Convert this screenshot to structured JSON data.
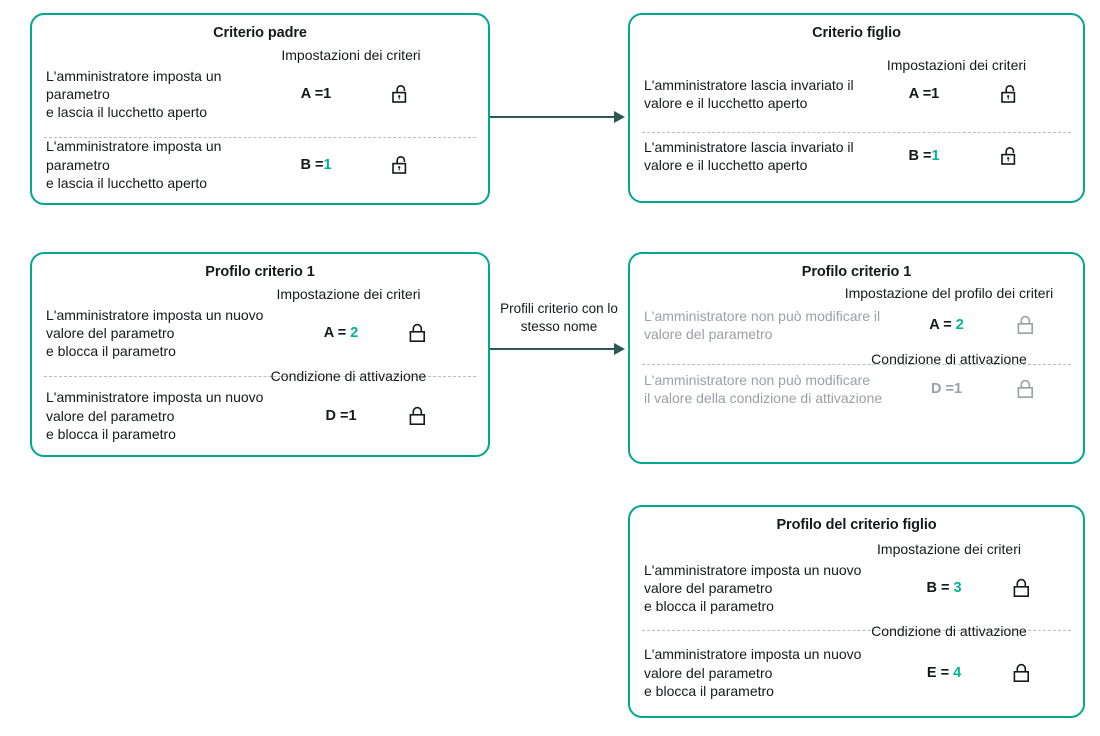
{
  "colors": {
    "card_border": "#00a88e",
    "accent_value": "#00b391",
    "arrow": "#2d5853",
    "text": "#16191c",
    "muted": "#9aa0a6",
    "separator": "#b8bdc2"
  },
  "cards": [
    {
      "id": "criterio-padre",
      "title": "Criterio padre",
      "sections": [
        {
          "heading": "Impostazioni dei criteri",
          "description": "L'amministratore imposta un parametro\n e lascia il lucchetto aperto",
          "key": "A",
          "equals": "=",
          "value": "1",
          "value_accent": false,
          "lock": "lock-open-icon",
          "dimmed": false
        },
        {
          "heading": "",
          "description": "L'amministratore imposta un parametro\n e lascia il lucchetto aperto",
          "key": "B",
          "equals": "=",
          "value": "1",
          "value_accent": true,
          "lock": "lock-open-icon",
          "dimmed": false
        }
      ]
    },
    {
      "id": "criterio-figlio",
      "title": "Criterio figlio",
      "sections": [
        {
          "heading": "Impostazioni dei criteri",
          "description": "L'amministratore lascia invariato il valore e il lucchetto aperto",
          "key": "A",
          "equals": "=",
          "value": "1",
          "value_accent": false,
          "lock": "lock-open-icon",
          "dimmed": false
        },
        {
          "heading": "",
          "description": "L'amministratore lascia invariato il valore e il lucchetto aperto",
          "key": "B",
          "equals": "=",
          "value": "1",
          "value_accent": true,
          "lock": "lock-open-icon",
          "dimmed": false
        }
      ]
    },
    {
      "id": "profilo-criterio-1",
      "title": "Profilo criterio 1",
      "sections": [
        {
          "heading": "Impostazione dei criteri",
          "description": "L'amministratore imposta un nuovo valore del parametro\n e blocca il parametro",
          "key": "A",
          "equals": "=",
          "value": "2",
          "value_accent": true,
          "lock": "lock-closed-icon",
          "dimmed": false
        },
        {
          "heading": "Condizione di attivazione",
          "description": "L'amministratore imposta un nuovo valore del parametro\n e blocca il parametro",
          "key": "D",
          "equals": "=",
          "value": "1",
          "value_accent": false,
          "lock": "lock-closed-icon",
          "dimmed": false
        }
      ]
    },
    {
      "id": "profilo-criterio-1-figlio",
      "title": "Profilo criterio 1",
      "sections": [
        {
          "heading": "Impostazione del profilo dei criteri",
          "description": "L'amministratore non può modificare il valore del parametro",
          "key": "A",
          "equals": "=",
          "value": "2",
          "value_accent": true,
          "lock": "lock-closed-icon",
          "dimmed": true
        },
        {
          "heading": "Condizione di attivazione",
          "description": "L'amministratore non può modificare\n il valore della condizione di attivazione",
          "key": "D",
          "equals": "=",
          "value": "1",
          "value_accent": false,
          "lock": "lock-closed-icon",
          "dimmed": true,
          "value_dimmed": true
        }
      ]
    },
    {
      "id": "profilo-del-criterio-figlio",
      "title": "Profilo del criterio figlio",
      "sections": [
        {
          "heading": "Impostazione dei criteri",
          "description": "L'amministratore imposta un nuovo valore del parametro\n e blocca il parametro",
          "key": "B",
          "equals": "=",
          "value": "3",
          "value_accent": true,
          "lock": "lock-closed-icon",
          "dimmed": false
        },
        {
          "heading": "Condizione di attivazione",
          "description": "L'amministratore imposta un nuovo valore del parametro\n e blocca il parametro",
          "key": "E",
          "equals": "=",
          "value": "4",
          "value_accent": true,
          "lock": "lock-closed-icon",
          "dimmed": false
        }
      ]
    }
  ],
  "arrows": [
    {
      "id": "arrow-top",
      "label": ""
    },
    {
      "id": "arrow-middle",
      "label": "Profili criterio con lo stesso nome"
    }
  ]
}
